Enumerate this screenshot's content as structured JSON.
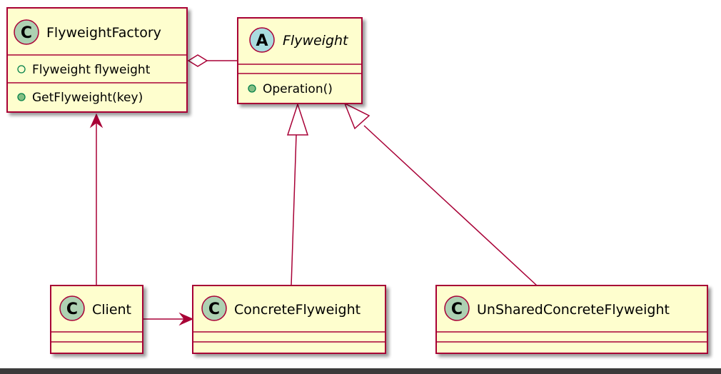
{
  "diagram": {
    "classes": {
      "factory": {
        "stereotype": "C",
        "name": "FlyweightFactory",
        "attributes": [
          "Flyweight flyweight"
        ],
        "methods": [
          "GetFlyweight(key)"
        ]
      },
      "flyweight": {
        "stereotype": "A",
        "name": "Flyweight",
        "abstract": true,
        "attributes": [],
        "methods": [
          "Operation()"
        ]
      },
      "client": {
        "stereotype": "C",
        "name": "Client",
        "attributes": [],
        "methods": []
      },
      "concrete": {
        "stereotype": "C",
        "name": "ConcreteFlyweight",
        "attributes": [],
        "methods": []
      },
      "unshared": {
        "stereotype": "C",
        "name": "UnSharedConcreteFlyweight",
        "attributes": [],
        "methods": []
      }
    },
    "relationships": [
      {
        "type": "aggregation",
        "from": "factory",
        "to": "flyweight"
      },
      {
        "type": "generalization",
        "from": "concrete",
        "to": "flyweight"
      },
      {
        "type": "generalization",
        "from": "unshared",
        "to": "flyweight"
      },
      {
        "type": "association",
        "from": "client",
        "to": "factory"
      },
      {
        "type": "association",
        "from": "client",
        "to": "concrete"
      }
    ],
    "colors": {
      "class_fill": "#fefece",
      "border": "#a80036",
      "class_badge": "#add1b2",
      "abstract_badge": "#a9dcdf",
      "visibility_dot": "#84be84"
    }
  }
}
